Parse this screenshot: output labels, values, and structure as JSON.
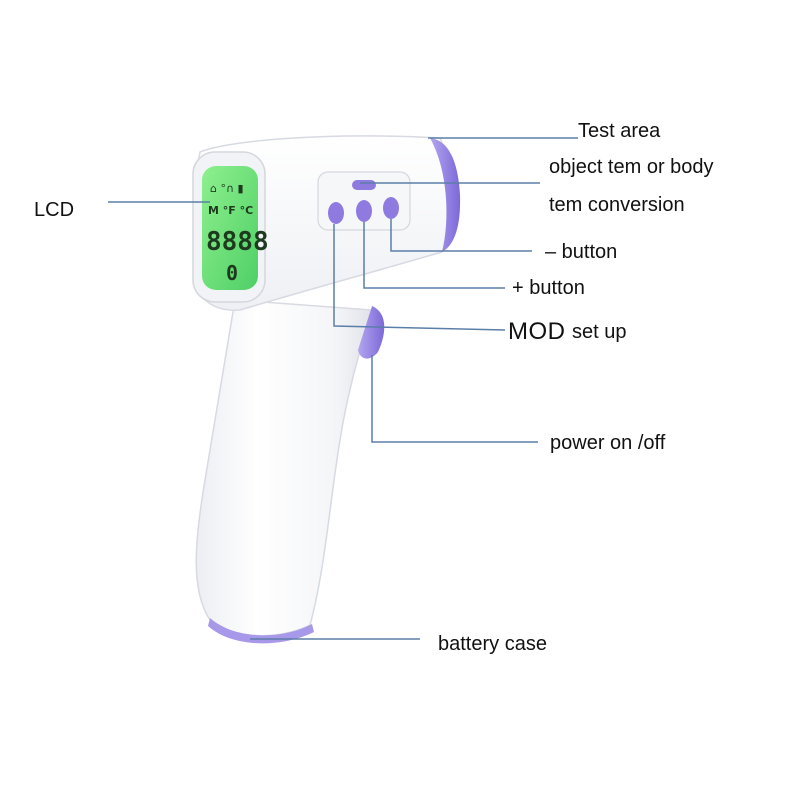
{
  "device": {
    "lcd_digits": "8888",
    "lcd_decimal": "0",
    "lcd_flags": "M  °F °C",
    "colors": {
      "body": "#ffffff",
      "accent": "#8f7be0",
      "lcd_green": "#6fe07a",
      "callout_line": "#5b7ea8"
    }
  },
  "labels": {
    "test_area": "Test area",
    "object_tem_line1": "object tem or body",
    "object_tem_line2": "tem conversion",
    "lcd": "LCD",
    "minus_button": "–  button",
    "plus_button": "+  button",
    "mod": "MOD",
    "set_up": "set up",
    "power": "power on /off",
    "battery": "battery case"
  }
}
